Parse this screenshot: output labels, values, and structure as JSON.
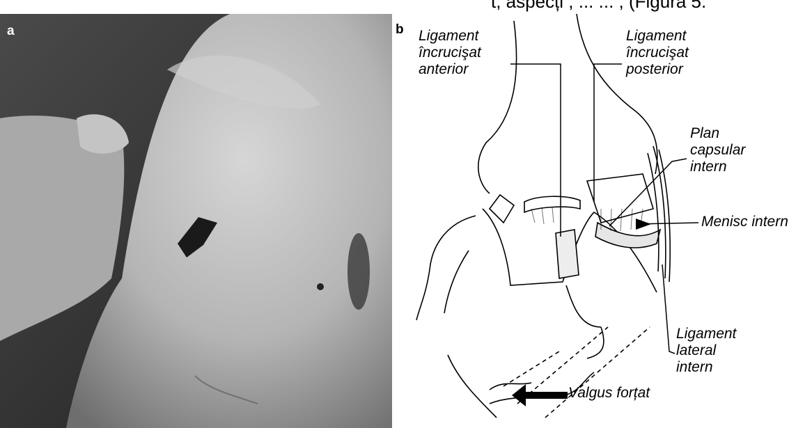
{
  "top_text": "t, aspecți   , ... ... ,   (Figura 5.",
  "panel_a": {
    "letter": "a"
  },
  "panel_b": {
    "letter": "b",
    "labels": {
      "acl": "Ligament\nîncrucişat\nanterior",
      "pcl": "Ligament\nîncrucişat\nposterior",
      "capsule": "Plan\ncapsular\nintern",
      "meniscus": "Menisc intern",
      "mcl": "Ligament\nlateral\nintern",
      "valgus": "Valgus forțat"
    }
  }
}
